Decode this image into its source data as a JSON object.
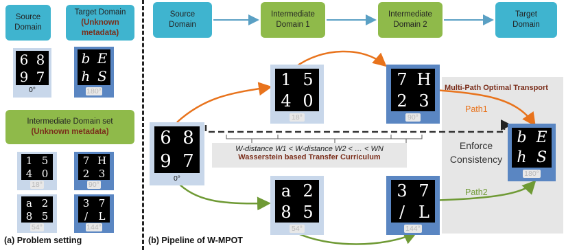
{
  "panel_a": {
    "source_box": [
      "Source",
      "Domain"
    ],
    "target_box": [
      "Target Domain"
    ],
    "target_unknown": [
      "(Unknown",
      "metadata)"
    ],
    "source_angle": "0°",
    "target_angle": "180°",
    "source_digits": [
      "6",
      "8",
      "9",
      "7"
    ],
    "target_digits": [
      "b",
      "E",
      "h",
      "S"
    ],
    "intermediate_box": "Intermediate Domain set",
    "intermediate_unknown": "(Unknown metadata)",
    "tiles": [
      {
        "digits": [
          "1",
          "5",
          "4",
          "0"
        ],
        "angle": "18°"
      },
      {
        "digits": [
          "7",
          "H",
          "2",
          "3"
        ],
        "angle": "90°"
      },
      {
        "digits": [
          "a",
          "2",
          "8",
          "5"
        ],
        "angle": "54°"
      },
      {
        "digits": [
          "3",
          "7",
          "/",
          "L"
        ],
        "angle": "144°"
      }
    ],
    "caption": "(a) Problem setting"
  },
  "panel_b": {
    "top_boxes": [
      {
        "lines": [
          "Source",
          "Domain"
        ],
        "color": "#3fb4cf"
      },
      {
        "lines": [
          "Intermediate",
          "Domain 1"
        ],
        "color": "#8fba4a"
      },
      {
        "lines": [
          "Intermediate",
          "Domain 2"
        ],
        "color": "#8fba4a"
      },
      {
        "lines": [
          "Target",
          "Domain"
        ],
        "color": "#3fb4cf"
      }
    ],
    "source_digits": [
      "6",
      "8",
      "9",
      "7"
    ],
    "source_angle": "0°",
    "path1_tiles": [
      {
        "digits": [
          "1",
          "5",
          "4",
          "0"
        ],
        "angle": "18°"
      },
      {
        "digits": [
          "7",
          "H",
          "2",
          "3"
        ],
        "angle": "90°"
      }
    ],
    "path2_tiles": [
      {
        "digits": [
          "a",
          "2",
          "8",
          "5"
        ],
        "angle": "54°"
      },
      {
        "digits": [
          "3",
          "7",
          "/",
          "L"
        ],
        "angle": "144°"
      }
    ],
    "target_digits": [
      "b",
      "E",
      "h",
      "S"
    ],
    "target_angle": "180°",
    "mpot_title": "Multi-Path Optimal Transport",
    "path1_label": "Path1",
    "path2_label": "Path2",
    "enforce": [
      "Enforce",
      "Consistency"
    ],
    "metric_line": "W-distance W1 < W-distance W2 < … < WN",
    "metric_title": "Wasserstein based Transfer Curriculum",
    "caption": "(b) Pipeline of W-MPOT",
    "path1_color": "#e8731c",
    "path2_color": "#6f9a35"
  }
}
